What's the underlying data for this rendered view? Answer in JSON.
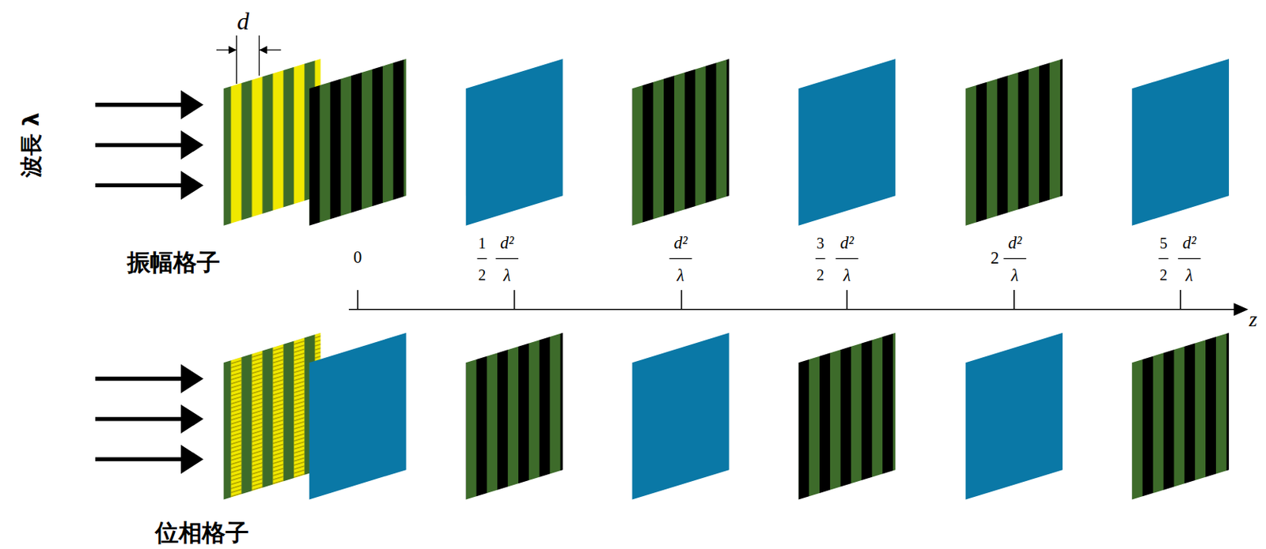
{
  "diagram": {
    "labels": [
      "d",
      "波長 λ",
      "振幅格子",
      "位相格子",
      "0",
      "1",
      "2",
      "d²",
      "λ",
      "d²",
      "λ",
      "3",
      "2",
      "d²",
      "λ",
      "2",
      "d²",
      "λ",
      "5",
      "2",
      "d²",
      "λ",
      "z"
    ]
  }
}
